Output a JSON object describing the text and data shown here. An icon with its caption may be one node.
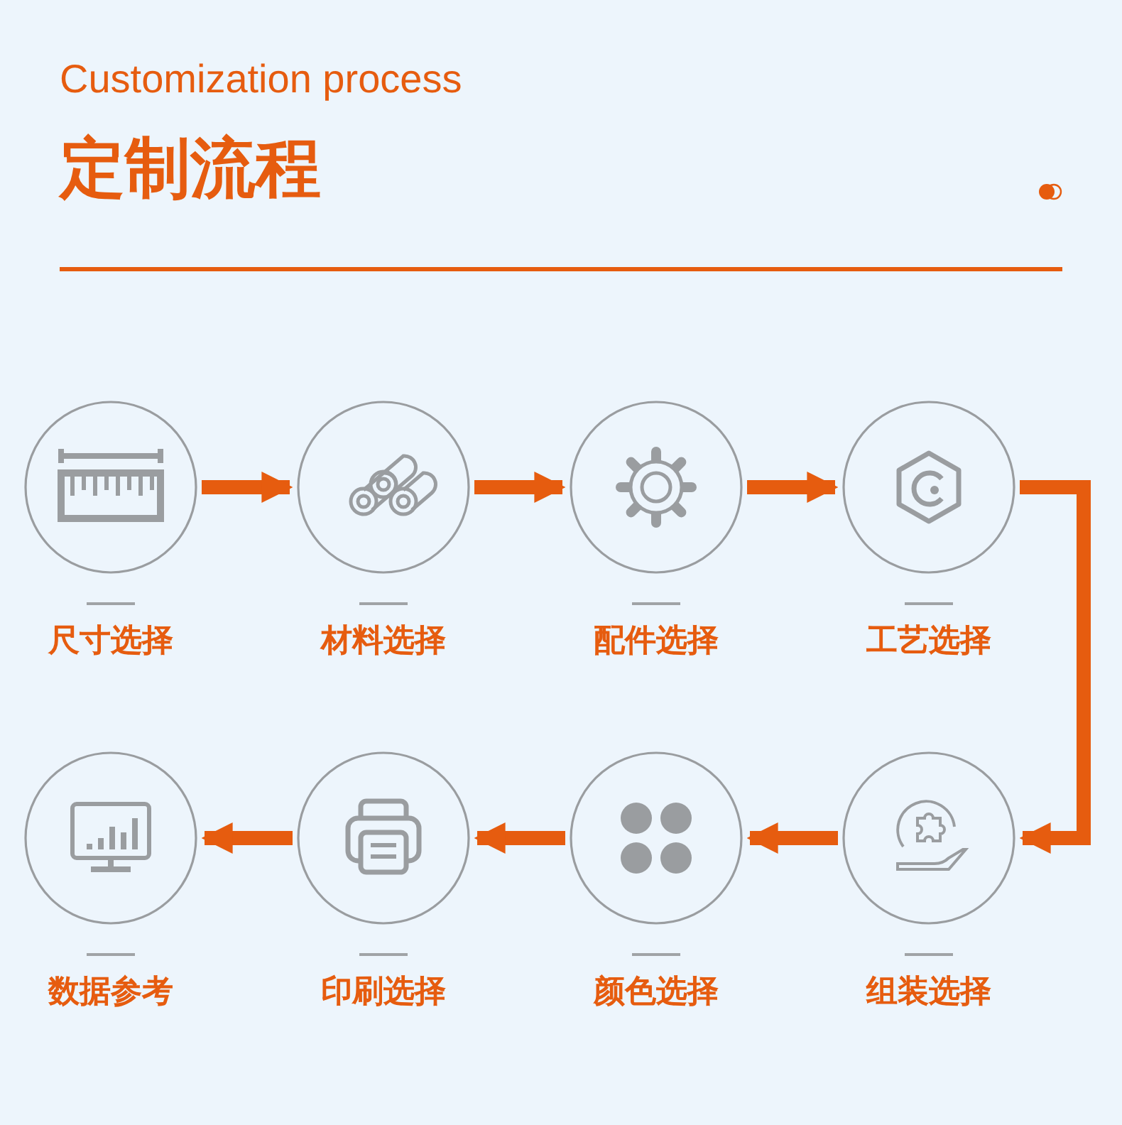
{
  "diagram": {
    "title": "定制流程",
    "nodes": [
      {
        "text": [
          "尺寸选择"
        ]
      },
      {
        "text": [
          "材料选择"
        ]
      },
      {
        "text": [
          "配件选择"
        ]
      },
      {
        "text": [
          "工艺选择"
        ]
      },
      {
        "text": [
          "数据参考"
        ]
      },
      {
        "text": [
          "印刷选择"
        ]
      },
      {
        "text": [
          "颜色选择"
        ]
      },
      {
        "text": [
          "组装选择"
        ]
      }
    ],
    "edges": [
      {
        "from": 0,
        "to": 1,
        "arrow": "to"
      },
      {
        "from": 1,
        "to": 2,
        "arrow": "to"
      },
      {
        "from": 2,
        "to": 3,
        "arrow": "to"
      },
      {
        "from": 3,
        "to": 7,
        "arrow": "to"
      },
      {
        "from": 7,
        "to": 6,
        "arrow": "to"
      },
      {
        "from": 6,
        "to": 5,
        "arrow": "to"
      },
      {
        "from": 5,
        "to": 4,
        "arrow": "to"
      }
    ],
    "labels": [
      "Customization process"
    ]
  }
}
